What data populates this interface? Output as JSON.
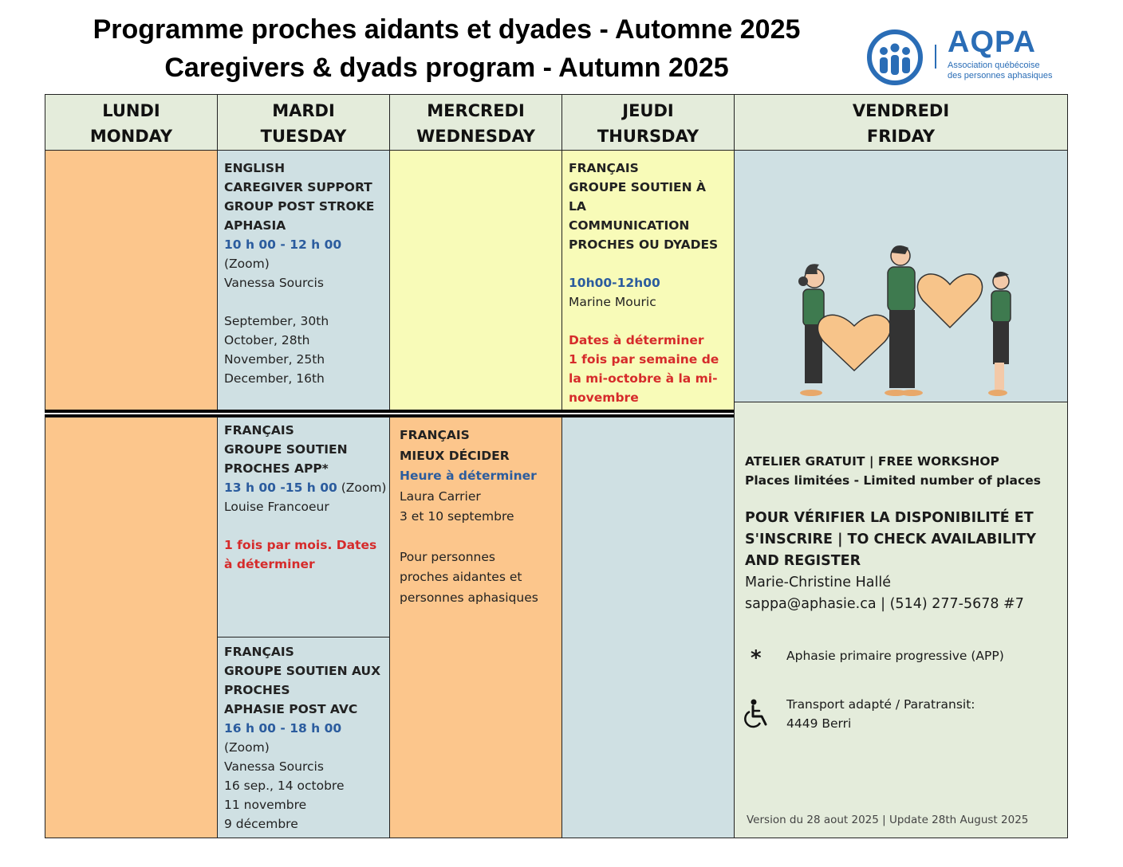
{
  "title_fr": "Programme proches aidants et dyades - Automne 2025",
  "title_en": "Caregivers & dyads program - Autumn 2025",
  "logo": {
    "name": "AQPA",
    "subtitle_1": "Association québécoise",
    "subtitle_2": "des personnes aphasiques",
    "color": "#2a6db6"
  },
  "days": [
    {
      "fr": "LUNDI",
      "en": "MONDAY"
    },
    {
      "fr": "MARDI",
      "en": "TUESDAY"
    },
    {
      "fr": "MERCREDI",
      "en": "WEDNESDAY"
    },
    {
      "fr": "JEUDI",
      "en": "THURSDAY"
    },
    {
      "fr": "VENDREDI",
      "en": "FRIDAY"
    }
  ],
  "tue_english": {
    "lines": [
      "ENGLISH",
      "CAREGIVER SUPPORT",
      "GROUP POST STROKE",
      "APHASIA"
    ],
    "time": "10 h 00 - 12 h 00",
    "mode": "(Zoom)",
    "facilitator": "Vanessa Sourcis",
    "dates": [
      "September, 30th",
      "October, 28th",
      "November, 25th",
      "December, 16th"
    ]
  },
  "thu_french": {
    "lines": [
      "FRANÇAIS",
      "GROUPE SOUTIEN À LA",
      "COMMUNICATION",
      "PROCHES OU DYADES"
    ],
    "time": "10h00-12h00",
    "facilitator": "Marine Mouric",
    "notice": [
      "Dates à déterminer",
      "1 fois par semaine de",
      "la mi-octobre à la mi-",
      "novembre"
    ]
  },
  "tue_app": {
    "lines": [
      "FRANÇAIS",
      "GROUPE SOUTIEN",
      "PROCHES APP*"
    ],
    "time": "13 h 00 -15 h 00",
    "mode": "(Zoom)",
    "facilitator": "Louise Francoeur",
    "notice": [
      "1 fois par mois. Dates",
      "à déterminer"
    ]
  },
  "tue_avc": {
    "lines": [
      "FRANÇAIS",
      "GROUPE SOUTIEN AUX",
      "PROCHES",
      "APHASIE POST AVC"
    ],
    "time": "16 h 00 - 18 h 00",
    "mode": "(Zoom)",
    "facilitator": "Vanessa Sourcis",
    "dates": [
      "16 sep., 14 octobre",
      "11 novembre",
      "9 décembre"
    ]
  },
  "wed_decider": {
    "lines": [
      "FRANÇAIS",
      "MIEUX DÉCIDER"
    ],
    "time": "Heure à déterminer",
    "facilitator": "Laura Carrier",
    "dates": "3 et 10 septembre",
    "audience": [
      "Pour personnes",
      "proches aidantes et",
      "personnes aphasiques"
    ]
  },
  "friday": {
    "workshop": "ATELIER GRATUIT | FREE WORKSHOP",
    "places": "Places limitées - Limited number of places",
    "register": [
      "POUR VÉRIFIER LA DISPONIBILITÉ ET",
      "S'INSCRIRE | TO CHECK AVAILABILITY",
      "AND REGISTER"
    ],
    "contact_name": "Marie-Christine Hallé",
    "contact_info": "sappa@aphasie.ca | (514) 277-5678 #7",
    "asterisk": "*",
    "app_note": "Aphasie primaire progressive (APP)",
    "transport_line1": "Transport adapté / Paratransit:",
    "transport_line2": "4449 Berri",
    "version": "Version du 28 aout 2025 | Update 28th August 2025",
    "illustration": "people-holding-hearts-illustration",
    "transport_icon": "wheelchair-icon"
  },
  "colors": {
    "orange": "#fcc68c",
    "teal": "#cfe0e3",
    "yellow": "#f8fbb8",
    "green": "#e4ecdb",
    "blue_text": "#2b5c9e",
    "red_text": "#d62b2b"
  }
}
